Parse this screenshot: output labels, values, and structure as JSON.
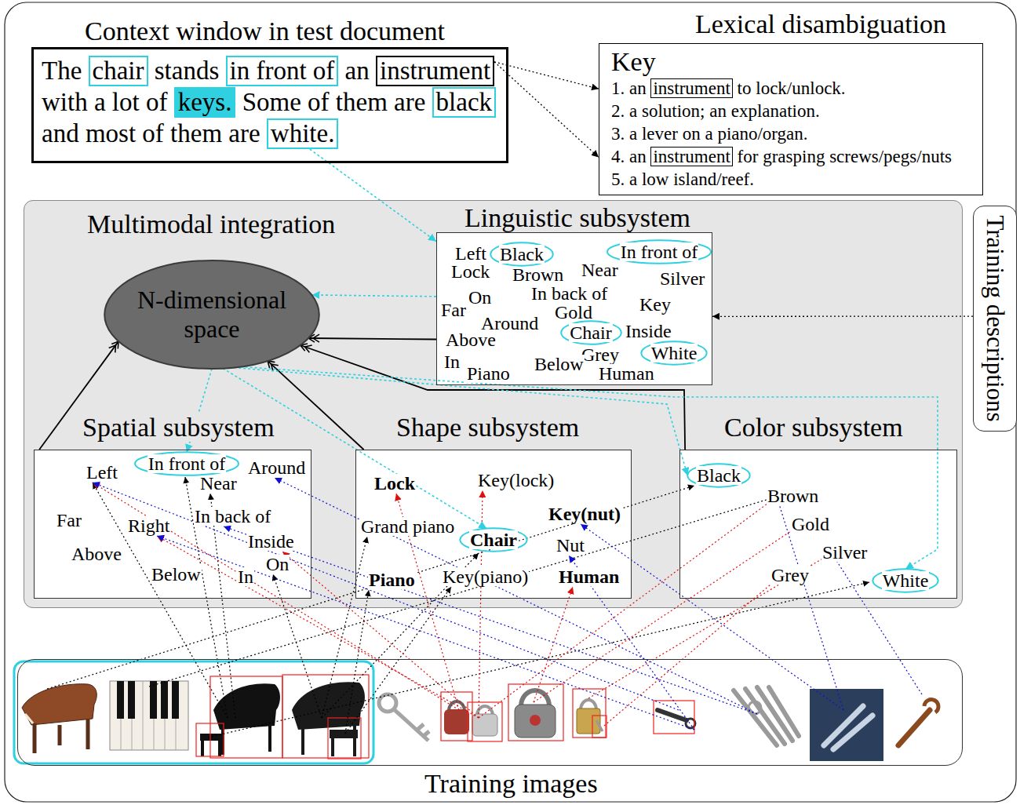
{
  "diagram": {
    "nodes": [
      {
        "text": [
          "Context window in test document",
          "The",
          "stands",
          "an",
          "with a lot of",
          "Some of them are",
          "and most of them are"
        ]
      },
      {
        "text": [
          "chair"
        ],
        "in": 0
      },
      {
        "text": [
          "in front of"
        ],
        "in": 0
      },
      {
        "text": [
          "instrument"
        ],
        "in": 0
      },
      {
        "text": [
          "keys."
        ],
        "in": 0
      },
      {
        "text": [
          "black"
        ],
        "in": 0
      },
      {
        "text": [
          "white."
        ],
        "in": 0
      },
      {
        "text": [
          "Lexical disambiguation",
          "Key",
          "1. an",
          "to lock/unlock.",
          "2. a solution; an explanation.",
          "3. a lever on a piano/organ.",
          "4. an",
          "for grasping screws/pegs/nuts",
          "5. a low island/reef."
        ]
      },
      {
        "text": [
          "instrument"
        ],
        "in": 7
      },
      {
        "text": [
          "instrument"
        ],
        "in": 7
      },
      {
        "text": [
          "Multimodal integration"
        ]
      },
      {
        "text": [
          "N-dimensional space"
        ],
        "in": 10
      },
      {
        "text": [
          "Linguistic subsystem",
          "Left",
          "Lock",
          "Brown",
          "Near",
          "Silver",
          "On",
          "In back of",
          "Far",
          "Gold",
          "Key",
          "Around",
          "Inside",
          "Above",
          "Grey",
          "In",
          "Below",
          "Human",
          "Piano"
        ],
        "in": 10
      },
      {
        "text": [
          "Black"
        ],
        "in": 12
      },
      {
        "text": [
          "In front of"
        ],
        "in": 12
      },
      {
        "text": [
          "Chair"
        ],
        "in": 12
      },
      {
        "text": [
          "White"
        ],
        "in": 12
      },
      {
        "text": [
          "Training descriptions"
        ]
      },
      {
        "text": [
          "Spatial subsystem",
          "Left",
          "Around",
          "Near",
          "Far",
          "Right",
          "In back of",
          "Above",
          "Inside",
          "On",
          "Below",
          "In"
        ],
        "in": 10
      },
      {
        "text": [
          "In front of"
        ],
        "in": 18
      },
      {
        "text": [
          "Shape subsystem",
          "Lock",
          "Key(lock)",
          "Grand piano",
          "Key(nut)",
          "Nut",
          "Piano",
          "Key(piano)",
          "Human"
        ],
        "in": 10
      },
      {
        "text": [
          "Chair"
        ],
        "in": 20
      },
      {
        "text": [
          "Color subsystem",
          "Brown",
          "Gold",
          "Silver",
          "Grey"
        ],
        "in": 10
      },
      {
        "text": [
          "Black"
        ],
        "in": 22
      },
      {
        "text": [
          "White"
        ],
        "in": 22
      },
      {
        "text": [
          "Training images"
        ]
      }
    ],
    "edges": [
      {
        "from": 3,
        "to": 7,
        "arrow": "to"
      },
      {
        "from": 3,
        "to": 7,
        "arrow": "to"
      },
      {
        "from": 6,
        "to": 12,
        "arrow": "to"
      },
      {
        "from": 12,
        "to": 11,
        "arrow": "to"
      },
      {
        "from": 12,
        "to": 11,
        "arrow": "to"
      },
      {
        "from": 17,
        "to": 12,
        "arrow": "to"
      },
      {
        "from": 18,
        "to": 11,
        "arrow": "to"
      },
      {
        "from": 20,
        "to": 11,
        "arrow": "to"
      },
      {
        "from": 22,
        "to": 11,
        "arrow": "to"
      },
      {
        "from": 11,
        "to": 19,
        "arrow": "to"
      },
      {
        "from": 11,
        "to": 21,
        "arrow": "to"
      },
      {
        "from": 11,
        "to": 23,
        "arrow": "to"
      },
      {
        "from": 11,
        "to": 24,
        "arrow": "to"
      }
    ]
  }
}
